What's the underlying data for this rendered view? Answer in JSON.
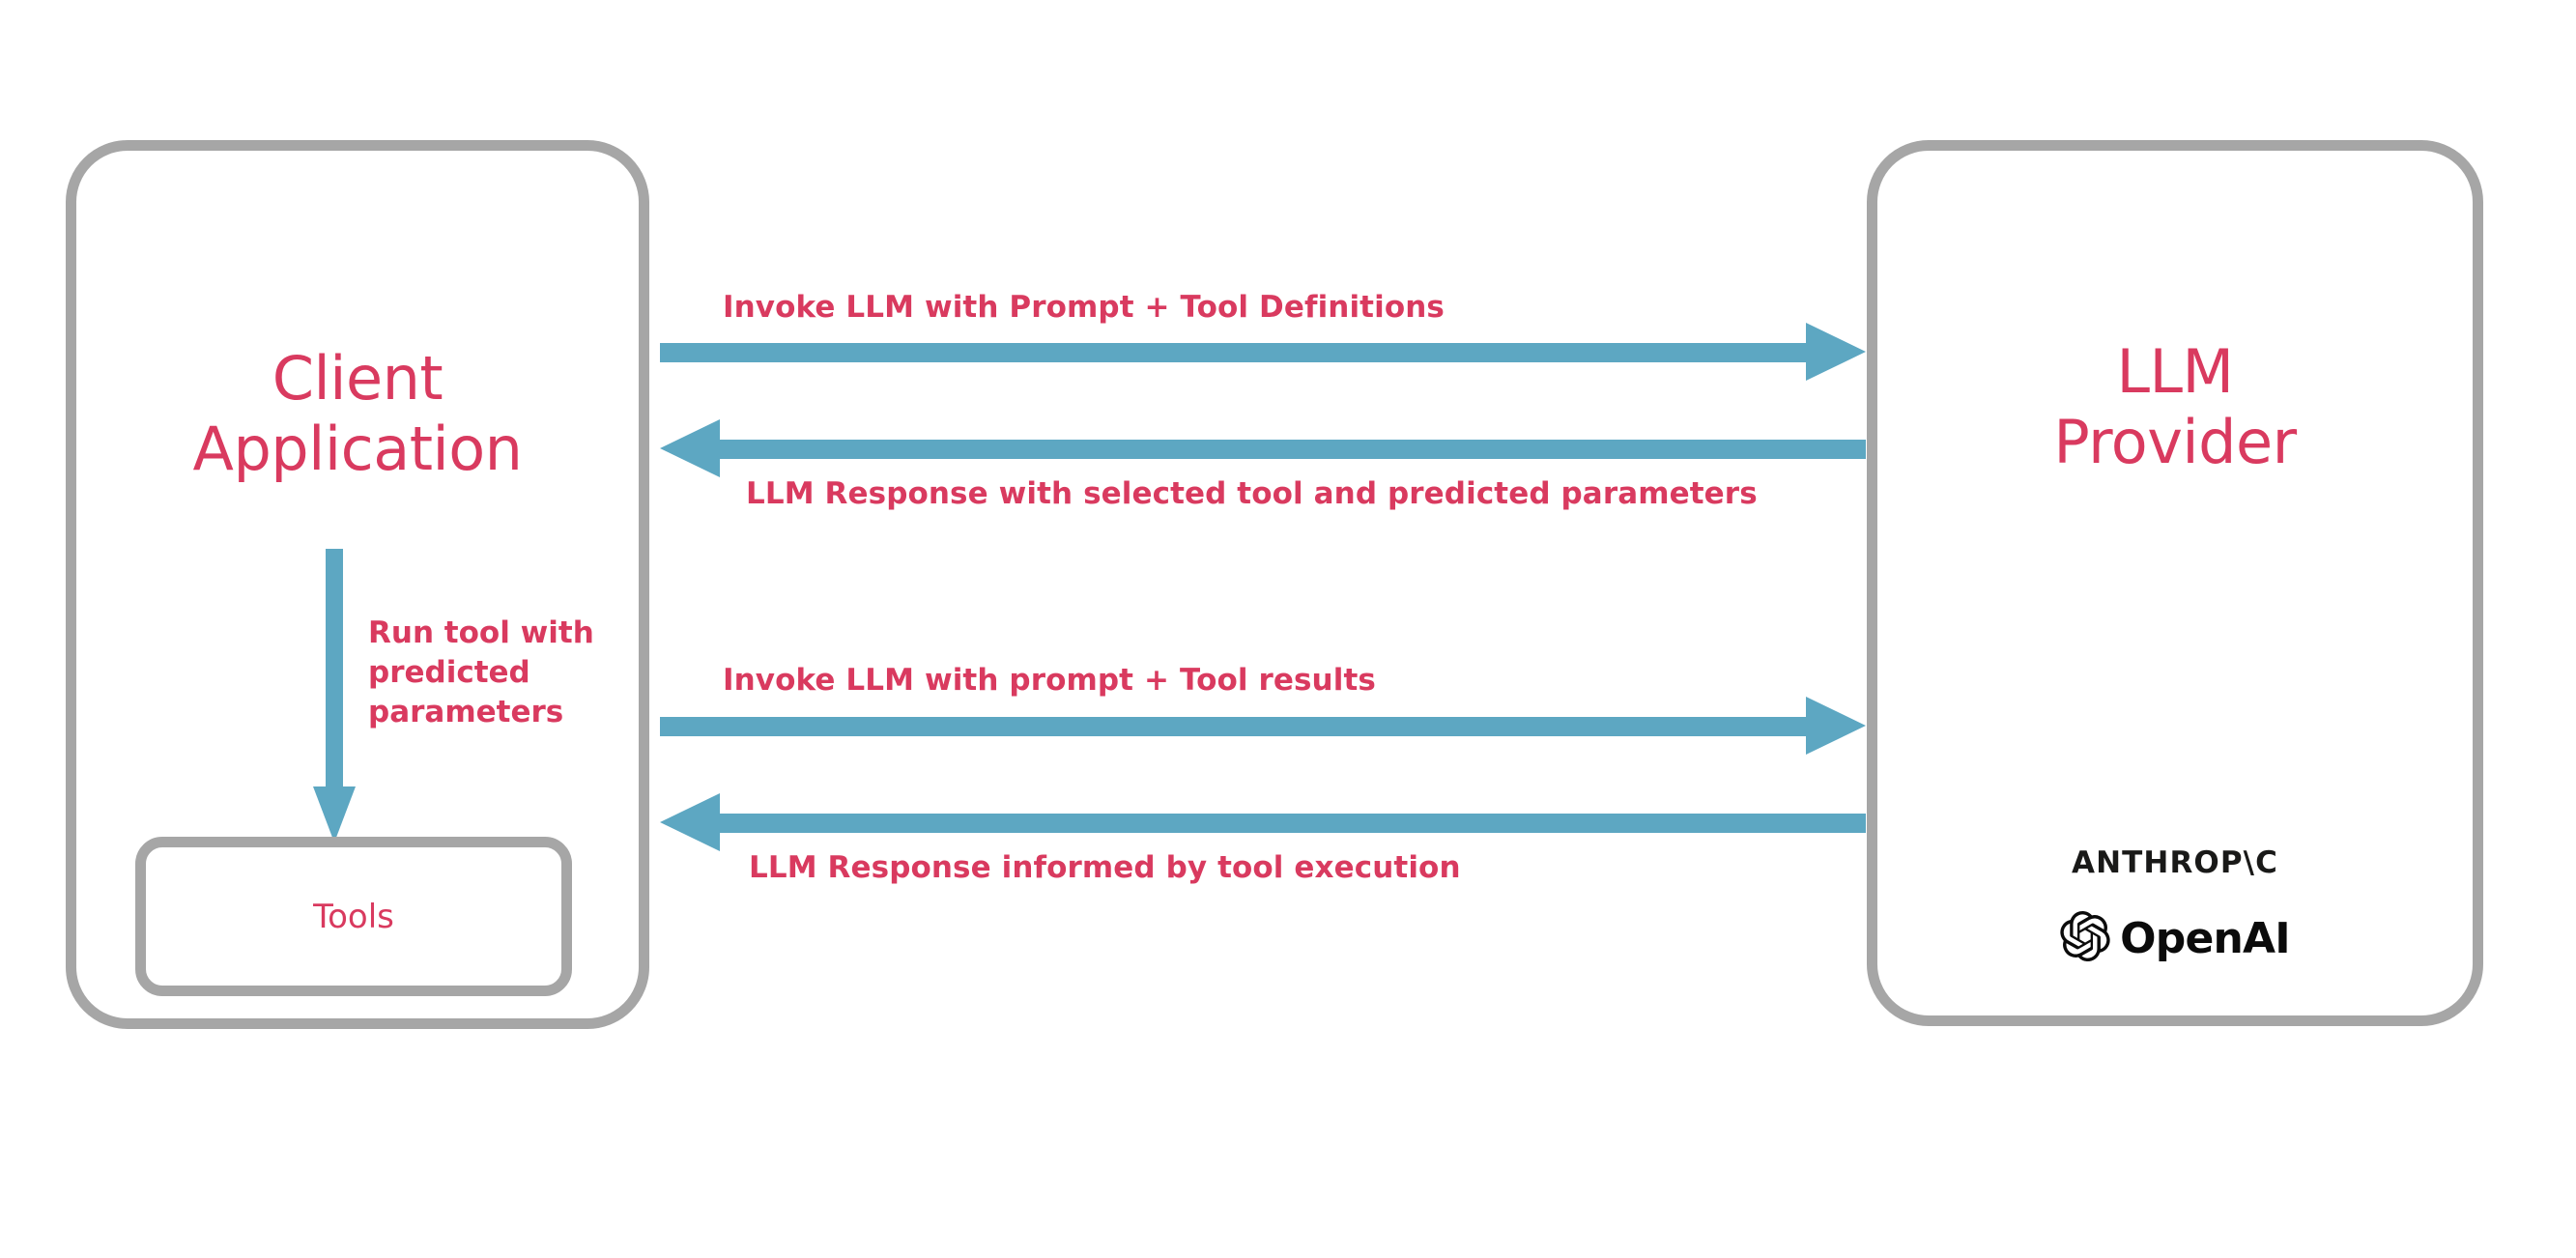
{
  "diagram": {
    "title": "LLM tool-calling interaction flow",
    "colors": {
      "accent_text": "#d93a5f",
      "arrow": "#5da7c2",
      "box_border": "#a6a6a6",
      "logo_text": "#0b0b0b",
      "background": "#ffffff"
    }
  },
  "nodes": {
    "client": {
      "title": "Client\nApplication",
      "tools": {
        "label": "Tools"
      }
    },
    "provider": {
      "title": "LLM\nProvider",
      "brands": [
        {
          "name": "anthropic-logo",
          "text": "ANTHROP\\C"
        },
        {
          "name": "openai-logo",
          "text": "OpenAI"
        }
      ]
    }
  },
  "edges": [
    {
      "id": "invoke-1",
      "label": "Invoke LLM with Prompt + Tool Definitions",
      "direction": "right",
      "from": "client",
      "to": "provider"
    },
    {
      "id": "response-1",
      "label": "LLM Response with selected tool and predicted parameters",
      "direction": "left",
      "from": "provider",
      "to": "client"
    },
    {
      "id": "run-tool",
      "label": "Run tool with\npredicted\nparameters",
      "direction": "down",
      "from": "client",
      "to": "tools"
    },
    {
      "id": "invoke-2",
      "label": "Invoke LLM with prompt + Tool results",
      "direction": "right",
      "from": "client",
      "to": "provider"
    },
    {
      "id": "response-2",
      "label": "LLM Response informed by tool execution",
      "direction": "left",
      "from": "provider",
      "to": "client"
    }
  ]
}
